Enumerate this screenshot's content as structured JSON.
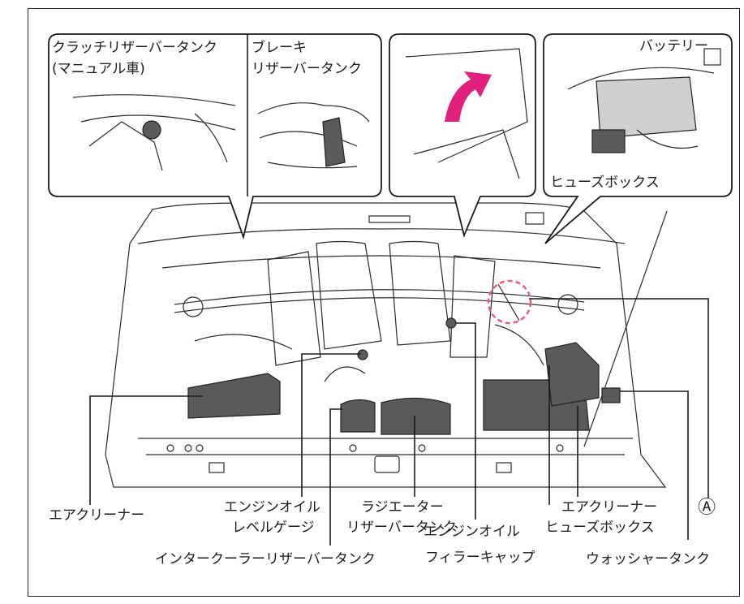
{
  "insets": {
    "clutch_tank": [
      "クラッチリザーバータンク",
      "(マニュアル車)"
    ],
    "brake_tank": [
      "ブレーキ",
      "リザーバータンク"
    ],
    "battery": "バッテリー",
    "fuse_box_top": "ヒューズボックス"
  },
  "labels": {
    "air_cleaner_left": "エアクリーナー",
    "oil_level_gauge": [
      "エンジンオイル",
      "レベルゲージ"
    ],
    "radiator_tank": [
      "ラジエーター",
      "リザーバータンク"
    ],
    "intercooler_tank": "インタークーラーリザーバータンク",
    "oil_filler_cap": [
      "エンジンオイル",
      "フィラーキャップ"
    ],
    "air_cleaner_right": "エアクリーナー",
    "fuse_box_bottom": "ヒューズボックス",
    "washer_tank": "ウォッシャータンク",
    "marker_a": "Ⓐ"
  },
  "colors": {
    "arrow": "#e0207a",
    "marker_circle": "#e0607a",
    "tank": "#5a5a5a"
  }
}
